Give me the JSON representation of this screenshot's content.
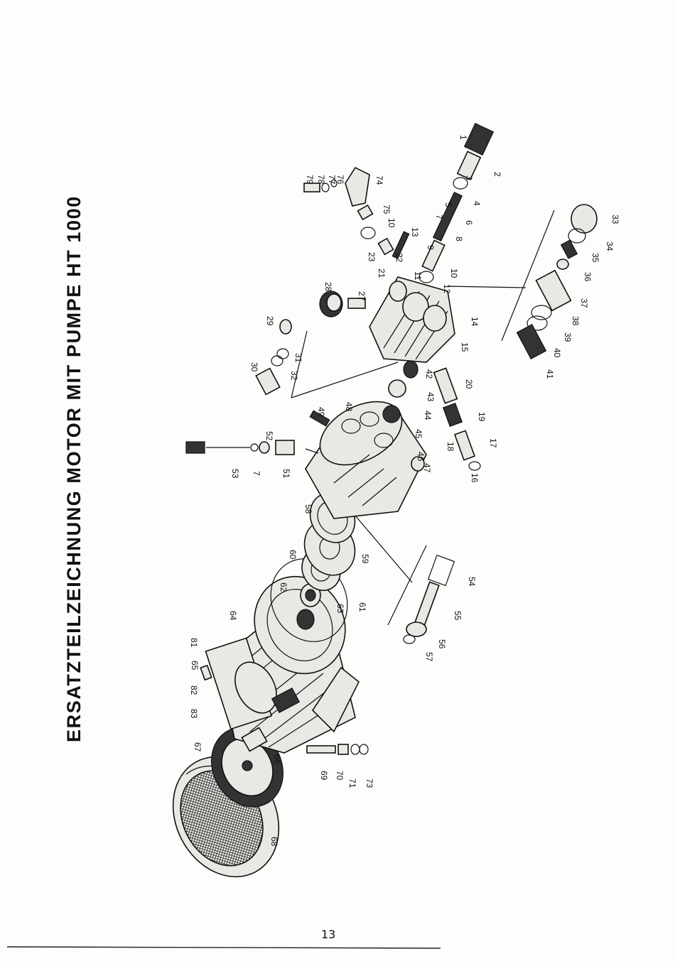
{
  "title": "ERSATZTEILZEICHNUNG MOTOR MIT PUMPE HT 1000",
  "page_number": "13",
  "labels": [
    {
      "id": "l1",
      "text": "1"
    },
    {
      "id": "l2",
      "text": "2"
    },
    {
      "id": "l3",
      "text": "3"
    },
    {
      "id": "l4",
      "text": "4"
    },
    {
      "id": "l5",
      "text": "5"
    },
    {
      "id": "l6",
      "text": "6"
    },
    {
      "id": "l7a",
      "text": "7"
    },
    {
      "id": "l8",
      "text": "8"
    },
    {
      "id": "l9",
      "text": "9"
    },
    {
      "id": "l10a",
      "text": "10"
    },
    {
      "id": "l10b",
      "text": "10"
    },
    {
      "id": "l11",
      "text": "11"
    },
    {
      "id": "l12",
      "text": "12"
    },
    {
      "id": "l13",
      "text": "13"
    },
    {
      "id": "l14",
      "text": "14"
    },
    {
      "id": "l15",
      "text": "15"
    },
    {
      "id": "l16",
      "text": "16"
    },
    {
      "id": "l17",
      "text": "17"
    },
    {
      "id": "l18",
      "text": "18"
    },
    {
      "id": "l19",
      "text": "19"
    },
    {
      "id": "l20",
      "text": "20"
    },
    {
      "id": "l21",
      "text": "21"
    },
    {
      "id": "l22",
      "text": "22"
    },
    {
      "id": "l23",
      "text": "23"
    },
    {
      "id": "l27",
      "text": "27"
    },
    {
      "id": "l28",
      "text": "28"
    },
    {
      "id": "l29",
      "text": "29"
    },
    {
      "id": "l30",
      "text": "30"
    },
    {
      "id": "l31",
      "text": "31"
    },
    {
      "id": "l32",
      "text": "32"
    },
    {
      "id": "l33",
      "text": "33"
    },
    {
      "id": "l34",
      "text": "34"
    },
    {
      "id": "l35",
      "text": "35"
    },
    {
      "id": "l36",
      "text": "36"
    },
    {
      "id": "l37",
      "text": "37"
    },
    {
      "id": "l38",
      "text": "38"
    },
    {
      "id": "l39",
      "text": "39"
    },
    {
      "id": "l40",
      "text": "40"
    },
    {
      "id": "l41",
      "text": "41"
    },
    {
      "id": "l42",
      "text": "42"
    },
    {
      "id": "l43",
      "text": "43"
    },
    {
      "id": "l44",
      "text": "44"
    },
    {
      "id": "l45",
      "text": "45"
    },
    {
      "id": "l46",
      "text": "46"
    },
    {
      "id": "l47",
      "text": "47"
    },
    {
      "id": "l48",
      "text": "48"
    },
    {
      "id": "l49",
      "text": "49"
    },
    {
      "id": "l51",
      "text": "51"
    },
    {
      "id": "l52",
      "text": "52"
    },
    {
      "id": "l53",
      "text": "53"
    },
    {
      "id": "l7b",
      "text": "7"
    },
    {
      "id": "l54",
      "text": "54"
    },
    {
      "id": "l55",
      "text": "55"
    },
    {
      "id": "l56",
      "text": "56"
    },
    {
      "id": "l57",
      "text": "57"
    },
    {
      "id": "l58",
      "text": "58"
    },
    {
      "id": "l59",
      "text": "59"
    },
    {
      "id": "l60",
      "text": "60"
    },
    {
      "id": "l61",
      "text": "61"
    },
    {
      "id": "l62",
      "text": "62"
    },
    {
      "id": "l63",
      "text": "63"
    },
    {
      "id": "l64",
      "text": "64"
    },
    {
      "id": "l65",
      "text": "65"
    },
    {
      "id": "l66",
      "text": "66"
    },
    {
      "id": "l67",
      "text": "67"
    },
    {
      "id": "l68",
      "text": "68"
    },
    {
      "id": "l69",
      "text": "69"
    },
    {
      "id": "l70",
      "text": "70"
    },
    {
      "id": "l71",
      "text": "71"
    },
    {
      "id": "l73",
      "text": "73"
    },
    {
      "id": "l74",
      "text": "74"
    },
    {
      "id": "l75",
      "text": "75"
    },
    {
      "id": "l76",
      "text": "76"
    },
    {
      "id": "l77",
      "text": "77"
    },
    {
      "id": "l78",
      "text": "78"
    },
    {
      "id": "l79",
      "text": "79"
    },
    {
      "id": "l81",
      "text": "81"
    },
    {
      "id": "l82",
      "text": "82"
    },
    {
      "id": "l83",
      "text": "83"
    }
  ]
}
